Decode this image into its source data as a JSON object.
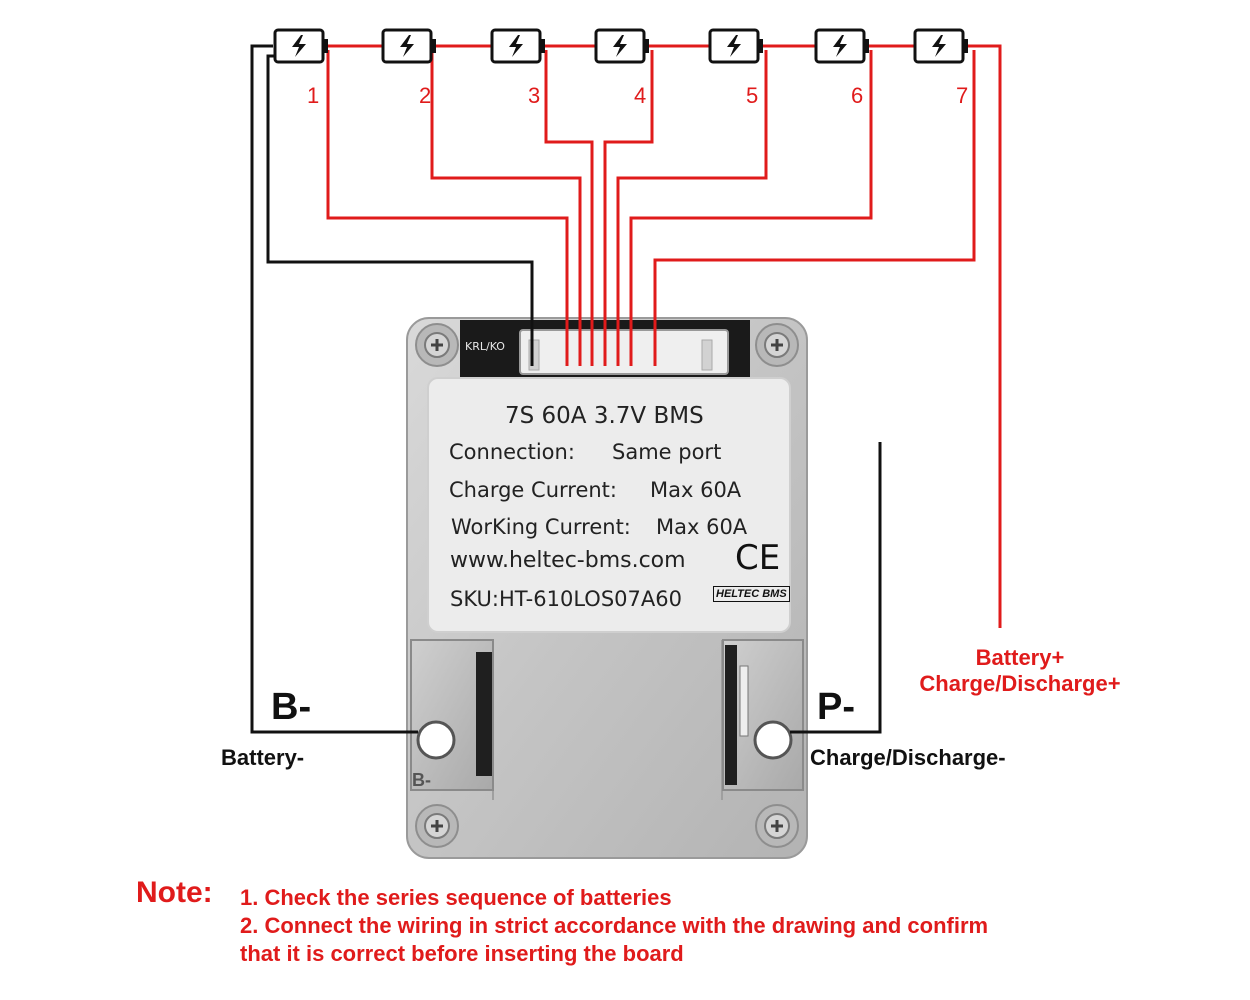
{
  "cells": [
    "1",
    "2",
    "3",
    "4",
    "5",
    "6",
    "7"
  ],
  "sticker": {
    "title": "7S 60A 3.7V BMS",
    "connection_label": "Connection:",
    "connection_value": "Same port",
    "charge_label": "Charge Current:",
    "charge_value": "Max 60A",
    "working_label": "WorKing Current:",
    "working_value": "Max 60A",
    "website": "www.heltec-bms.com",
    "ce_mark": "CE",
    "sku": "SKU:HT-610LOS07A60",
    "brand_logo": "HELTEC BMS"
  },
  "board": {
    "connector_marking": "KRL/KO",
    "pad_marking": "B-"
  },
  "terminals": {
    "b_minus": "B-",
    "p_minus": "P-",
    "battery_minus": "Battery-",
    "charge_discharge_minus": "Charge/Discharge-",
    "battery_plus": "Battery+",
    "charge_discharge_plus": "Charge/Discharge+"
  },
  "note": {
    "title": "Note:",
    "line1": "1. Check the series sequence of batteries",
    "line2": "2. Connect the wiring in strict accordance with the drawing and confirm",
    "line3": "that it is correct before inserting the board"
  },
  "colors": {
    "red_wire": "#e01b1b",
    "black_wire": "#111111",
    "board_metal": "#c9c9c9",
    "sticker": "#ececec"
  },
  "icons": {
    "cell": "battery-bolt-icon",
    "screw": "screw-icon"
  }
}
